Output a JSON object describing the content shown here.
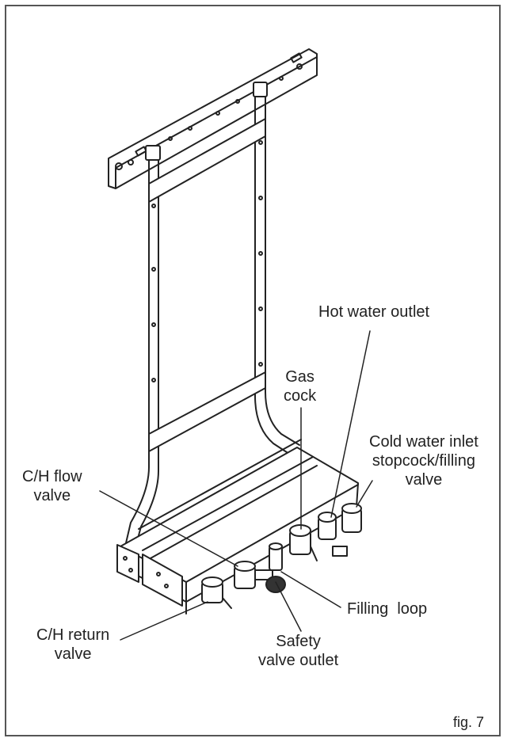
{
  "figure": {
    "caption": "fig. 7",
    "labels": {
      "hot_water_outlet": [
        "Hot water outlet"
      ],
      "gas_cock": [
        "Gas",
        "cock"
      ],
      "cold_water_inlet": [
        "Cold water inlet",
        "stopcock/filling",
        "valve"
      ],
      "ch_flow_valve": [
        "C/H flow",
        "valve"
      ],
      "filling_loop": [
        "Filling  loop"
      ],
      "ch_return_valve": [
        "C/H return",
        "valve"
      ],
      "safety_valve_outlet": [
        "Safety",
        "valve outlet"
      ]
    }
  }
}
